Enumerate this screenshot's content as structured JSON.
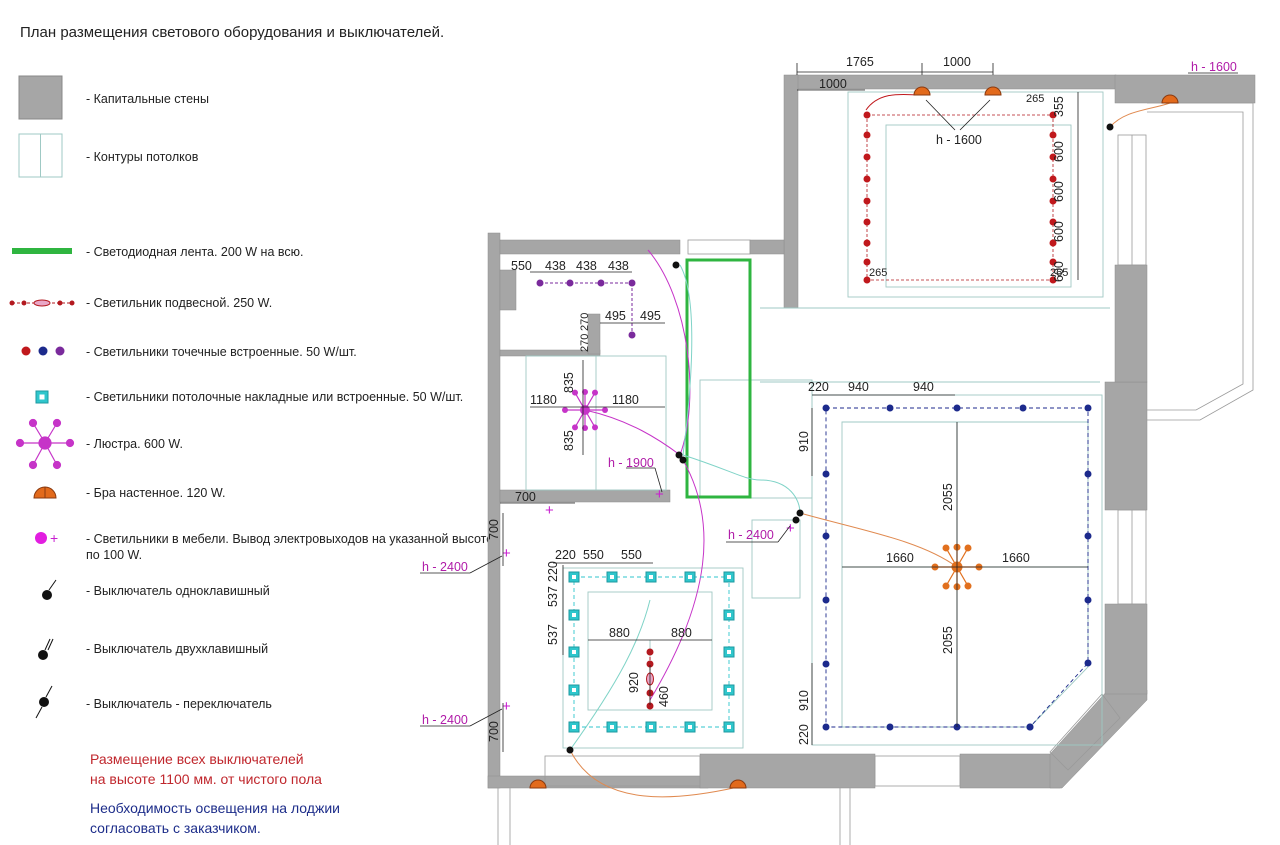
{
  "title": "План размещения светового оборудования и выключателей.",
  "legend": [
    {
      "symbol": "wall-swatch",
      "label": "- Капитальные стены"
    },
    {
      "symbol": "ceiling-swatch",
      "label": "- Контуры потолков"
    },
    {
      "symbol": "led-strip",
      "label": "- Светодиодная лента. 200 W на всю."
    },
    {
      "symbol": "pendant-light",
      "label": "- Светильник подвесной. 250 W."
    },
    {
      "symbol": "spotlights",
      "label": "- Светильники точечные встроенные. 50 W/шт."
    },
    {
      "symbol": "ceiling-light",
      "label": "- Светильники потолочные накладные или встроенные.  50 W/шт."
    },
    {
      "symbol": "chandelier",
      "label": "- Люстра.  600 W."
    },
    {
      "symbol": "sconce",
      "label": "- Бра настенное. 120 W."
    },
    {
      "symbol": "furniture-light",
      "label": "- Светильники в мебели. Вывод электровыходов на указанной высоте.",
      "label2": "по 100 W."
    },
    {
      "symbol": "switch-single",
      "label": "- Выключатель одноклавишный"
    },
    {
      "symbol": "switch-double",
      "label": "- Выключатель двухклавишный"
    },
    {
      "symbol": "switch-toggle",
      "label": "- Выключатель - переключатель"
    }
  ],
  "notes": {
    "red": [
      "Размещение всех выключателей",
      "на высоте 1100 мм. от чистого пола"
    ],
    "blue": [
      "Необходимость освещения на лоджии",
      "согласовать с заказчиком."
    ]
  },
  "colors": {
    "wall": "#a6a6a6",
    "ceiling_outline": "#9fc9c4",
    "led_strip": "#2fb540",
    "pendant": "#b3191f",
    "spot_red": "#c0181c",
    "spot_blue": "#1c2a8c",
    "spot_purple": "#7a2a9c",
    "ceiling_light": "#2fc6cc",
    "chandelier_pink": "#c634c8",
    "chandelier_orange": "#e1701e",
    "sconce": "#e26a1c",
    "magenta": "#c81fd0",
    "note_red": "#c0272d",
    "note_blue": "#1d2d8a"
  },
  "dimensions": {
    "top_1765": "1765",
    "top_1000a": "1000",
    "top_1000b": "1000",
    "tr_265a": "265",
    "tr_355": "355",
    "tr_600a": "600",
    "tr_600b": "600",
    "tr_600c": "600",
    "tr_600d": "600",
    "tr_265b": "265",
    "h1600_top": "h - 1600",
    "h1600_center": "h - 1600",
    "k_550": "550",
    "k_438a": "438",
    "k_438b": "438",
    "k_438c": "438",
    "k_495a": "495",
    "k_495b": "495",
    "k_270": "270",
    "k_270b": "270",
    "k_835a": "835",
    "k_835b": "835",
    "k_1180a": "1180",
    "k_1180b": "1180",
    "h1900": "h - 1900",
    "b_700": "700",
    "b_700v": "700",
    "b_700v2": "700",
    "h2400a": "h - 2400",
    "h2400b": "h - 2400",
    "h2400c": "h - 2400",
    "b_220a": "220",
    "b_550a": "550",
    "b_550b": "550",
    "b_220v": "220",
    "b_537a": "537",
    "b_537b": "537",
    "b_880a": "880",
    "b_880b": "880",
    "b_920": "920",
    "b_460": "460",
    "l_220": "220",
    "l_940a": "940",
    "l_940b": "940",
    "l_910a": "910",
    "l_2055a": "2055",
    "l_1660a": "1660",
    "l_1660b": "1660",
    "l_2055b": "2055",
    "l_910b": "910",
    "l_220b": "220"
  }
}
